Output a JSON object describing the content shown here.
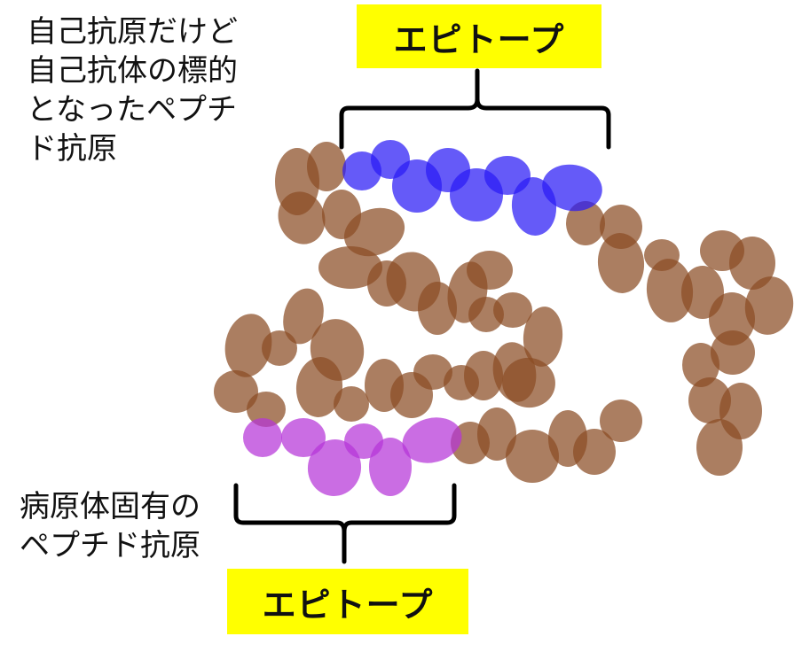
{
  "labels": {
    "self_antigen": "自己抗原だけど\n自己抗体の標的\nとなったペプチ\nド抗原",
    "pathogen_antigen": "病原体固有の\nペプチド抗原",
    "epitope_top": "エピトープ",
    "epitope_bottom": "エピトープ"
  },
  "colors": {
    "self_residue": "#8b4c24",
    "self_epitope": "#2a1af5",
    "pathogen_epitope": "#b534d8",
    "bracket": "#000000",
    "label_box": "#ffff00"
  }
}
